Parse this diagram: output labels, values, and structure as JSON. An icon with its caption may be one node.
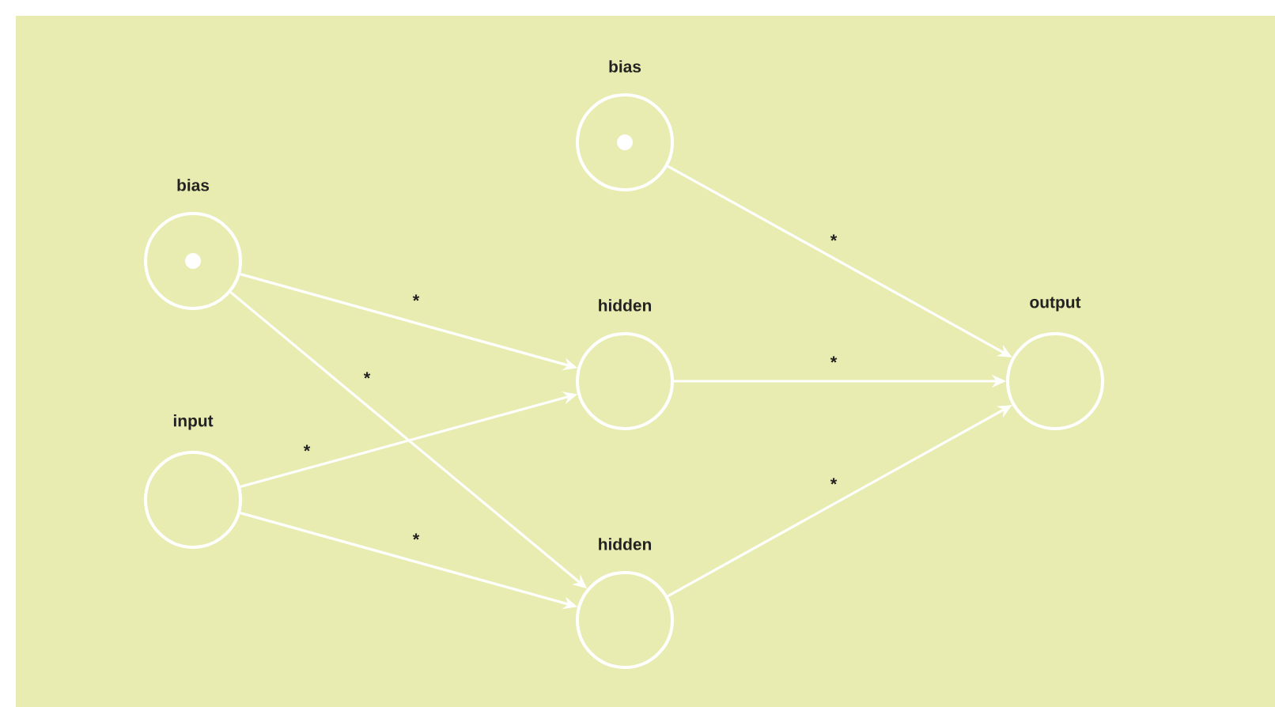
{
  "diagram": {
    "nodes": [
      {
        "text": [
          "bias"
        ]
      },
      {
        "text": [
          "bias"
        ]
      },
      {
        "text": [
          "hidden"
        ]
      },
      {
        "text": [
          "output"
        ]
      },
      {
        "text": [
          "input"
        ]
      },
      {
        "text": [
          "hidden"
        ]
      }
    ],
    "edges": [
      {
        "from": 1,
        "to": 2,
        "arrow": "to",
        "label": "*"
      },
      {
        "from": 1,
        "to": 5,
        "arrow": "to",
        "label": "*"
      },
      {
        "from": 4,
        "to": 2,
        "arrow": "to",
        "label": "*"
      },
      {
        "from": 4,
        "to": 5,
        "arrow": "to",
        "label": "*"
      },
      {
        "from": 0,
        "to": 3,
        "arrow": "to",
        "label": "*"
      },
      {
        "from": 2,
        "to": 3,
        "arrow": "to",
        "label": "*"
      },
      {
        "from": 5,
        "to": 3,
        "arrow": "to",
        "label": "*"
      }
    ]
  }
}
